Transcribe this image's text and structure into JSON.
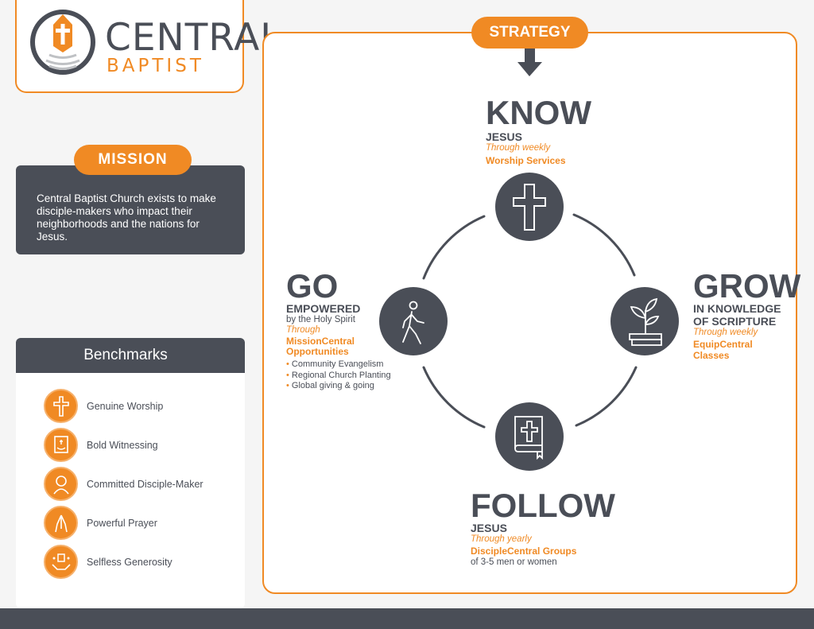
{
  "logo": {
    "line1": "CENTRAL",
    "line2": "BAPTIST",
    "icon": "church-logo-icon"
  },
  "mission": {
    "title": "MISSION",
    "text": "Central Baptist Church exists to make disciple-makers who impact their neighborhoods and the nations for Jesus."
  },
  "benchmarks": {
    "title": "Benchmarks",
    "items": [
      {
        "label": "Genuine Worship",
        "icon": "cross-icon"
      },
      {
        "label": "Bold Witnessing",
        "icon": "witness-book-icon"
      },
      {
        "label": "Committed Disciple-Maker",
        "icon": "person-icon"
      },
      {
        "label": "Powerful Prayer",
        "icon": "praying-hands-icon"
      },
      {
        "label": "Selfless Generosity",
        "icon": "giving-hands-icon"
      }
    ]
  },
  "strategy": {
    "title": "STRATEGY",
    "know": {
      "title": "KNOW",
      "sub": "JESUS",
      "through": "Through weekly",
      "program": "Worship Services",
      "icon": "cross-icon"
    },
    "grow": {
      "title": "GROW",
      "sub1": "IN KNOWLEDGE",
      "sub2": "OF SCRIPTURE",
      "through": "Through weekly",
      "program1": "EquipCentral",
      "program2": "Classes",
      "icon": "plant-on-books-icon"
    },
    "follow": {
      "title": "FOLLOW",
      "sub": "JESUS",
      "through": "Through yearly",
      "program": "DiscipleCentral Groups",
      "note": "of 3-5 men or women",
      "icon": "bible-icon"
    },
    "go": {
      "title": "GO",
      "sub": "EMPOWERED",
      "desc": "by the Holy Spirit",
      "through": "Through",
      "program1": "MissionCentral",
      "program2": "Opportunities",
      "bullets": [
        "Community Evangelism",
        "Regional Church Planting",
        "Global giving & going"
      ],
      "icon": "walking-person-icon"
    }
  },
  "colors": {
    "orange": "#f08a24",
    "slate": "#4a4e57"
  }
}
